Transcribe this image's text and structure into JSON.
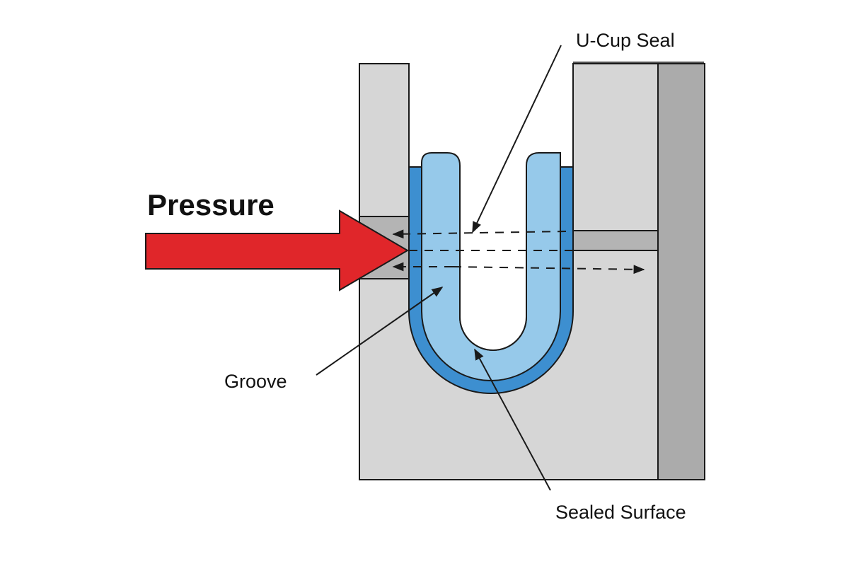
{
  "diagram": {
    "labels": {
      "pressure": "Pressure",
      "ucup_seal": "U-Cup Seal",
      "groove": "Groove",
      "sealed_surface": "Sealed Surface"
    },
    "colors": {
      "housing": "#d6d6d6",
      "housing_dark": "#ababab",
      "channel": "#b4b4b4",
      "seal_outer": "#3d8fd0",
      "seal_inner": "#96c9ea",
      "pressure_arrow": "#e0262a",
      "outline": "#1a1a1a"
    }
  }
}
